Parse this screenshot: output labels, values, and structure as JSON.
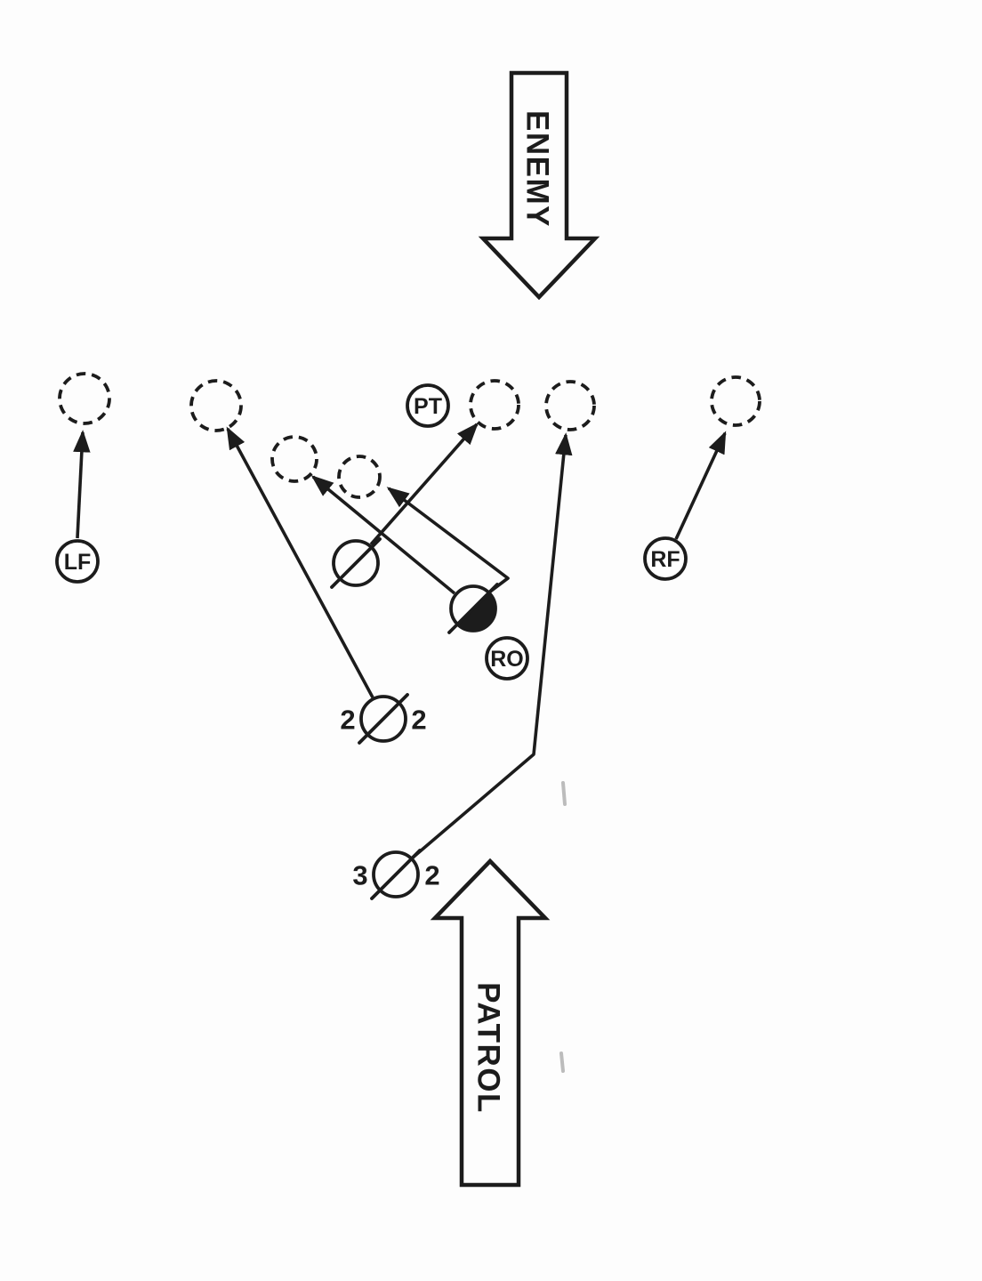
{
  "diagram": {
    "enemy_label": "ENEMY",
    "patrol_label": "PATROL",
    "markers": {
      "pt": "PT",
      "lf": "LF",
      "rf": "RF",
      "ro": "RO"
    },
    "team_counts": {
      "team_a_left": "2",
      "team_a_right": "2",
      "team_b_left": "3",
      "team_b_right": "2"
    },
    "colors": {
      "ink": "#1c1c1c",
      "background": "#fdfdfd"
    }
  }
}
